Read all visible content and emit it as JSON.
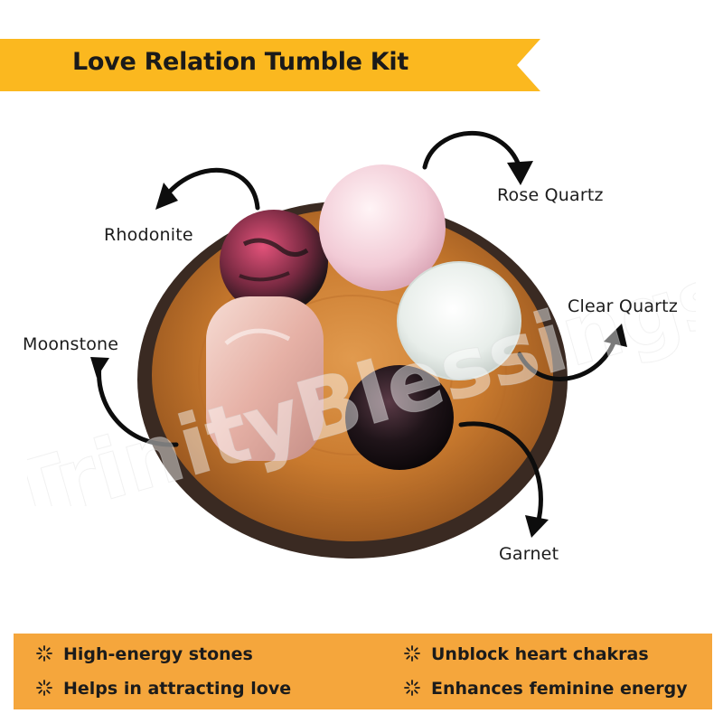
{
  "title": "Love Relation Tumble Kit",
  "watermark": "TrinityBlessings",
  "stones": [
    {
      "name": "Rhodonite",
      "label": "Rhodonite"
    },
    {
      "name": "Rose Quartz",
      "label": "Rose Quartz"
    },
    {
      "name": "Clear Quartz",
      "label": "Clear Quartz"
    },
    {
      "name": "Moonstone",
      "label": "Moonstone"
    },
    {
      "name": "Garnet",
      "label": "Garnet"
    }
  ],
  "benefits": [
    "High-energy stones",
    "Unblock heart chakras",
    "Helps in attracting love",
    "Enhances feminine energy"
  ],
  "colors": {
    "banner": "#fbb81f",
    "benefits_panel": "#f5a63c",
    "arrow": "#0d0d0d"
  },
  "icons": {
    "bullet": "sparkle-burst-icon",
    "arrow": "curved-arrow-icon"
  }
}
